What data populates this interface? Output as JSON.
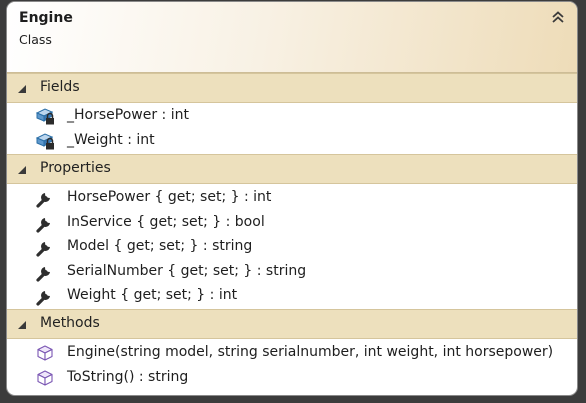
{
  "class": {
    "name": "Engine",
    "kind": "Class",
    "collapse_icon": "double-chevron-up-icon"
  },
  "sections": [
    {
      "label": "Fields",
      "icon": "private-field-icon",
      "members": [
        "_HorsePower : int",
        "_Weight : int"
      ]
    },
    {
      "label": "Properties",
      "icon": "wrench-icon",
      "members": [
        "HorsePower { get; set; } : int",
        "InService { get; set; } : bool",
        "Model { get; set; } : string",
        "SerialNumber { get; set; } : string",
        "Weight { get; set; } : int"
      ]
    },
    {
      "label": "Methods",
      "icon": "method-cube-icon",
      "members": [
        "Engine(string model, string serialnumber, int weight, int horsepower)",
        "ToString() : string"
      ]
    }
  ],
  "colors": {
    "section_header": "#ede0bd",
    "header_gradient_end": "#eedcb8",
    "background": "#3c3c3c",
    "method_icon": "#8f6fc3"
  }
}
